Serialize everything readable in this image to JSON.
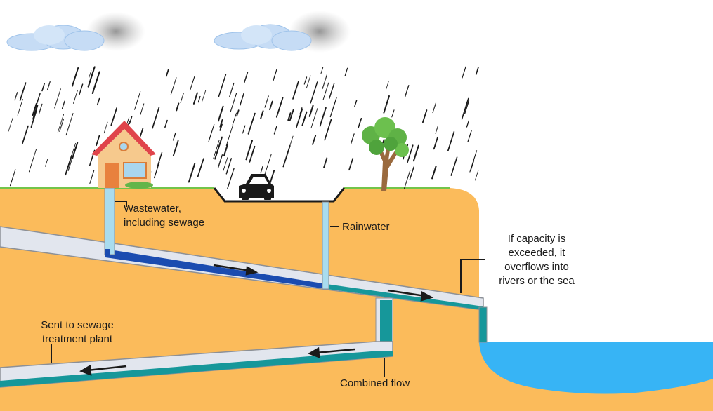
{
  "labels": {
    "wastewater": [
      "Wastewater,",
      "including sewage"
    ],
    "rainwater": "Rainwater",
    "overflow": [
      "If capacity is",
      "exceeded, it",
      "overflows into",
      "rivers or the sea"
    ],
    "treatment": [
      "Sent to sewage",
      "treatment plant"
    ],
    "combined": "Combined flow"
  },
  "colors": {
    "ground": "#fbbb5b",
    "sky": "#ffffff",
    "pipe": "#e2e6ee",
    "pipe_outline": "#8c9097",
    "rainwater": "#a9dcef",
    "wastewater": "#1b4cb0",
    "combined": "#16979a",
    "sea": "#37b4f5",
    "grass": "#72c44a"
  },
  "icons": [
    "cloud-icon",
    "rain-icon",
    "house-icon",
    "car-icon",
    "tree-icon",
    "flow-arrow-icon"
  ]
}
